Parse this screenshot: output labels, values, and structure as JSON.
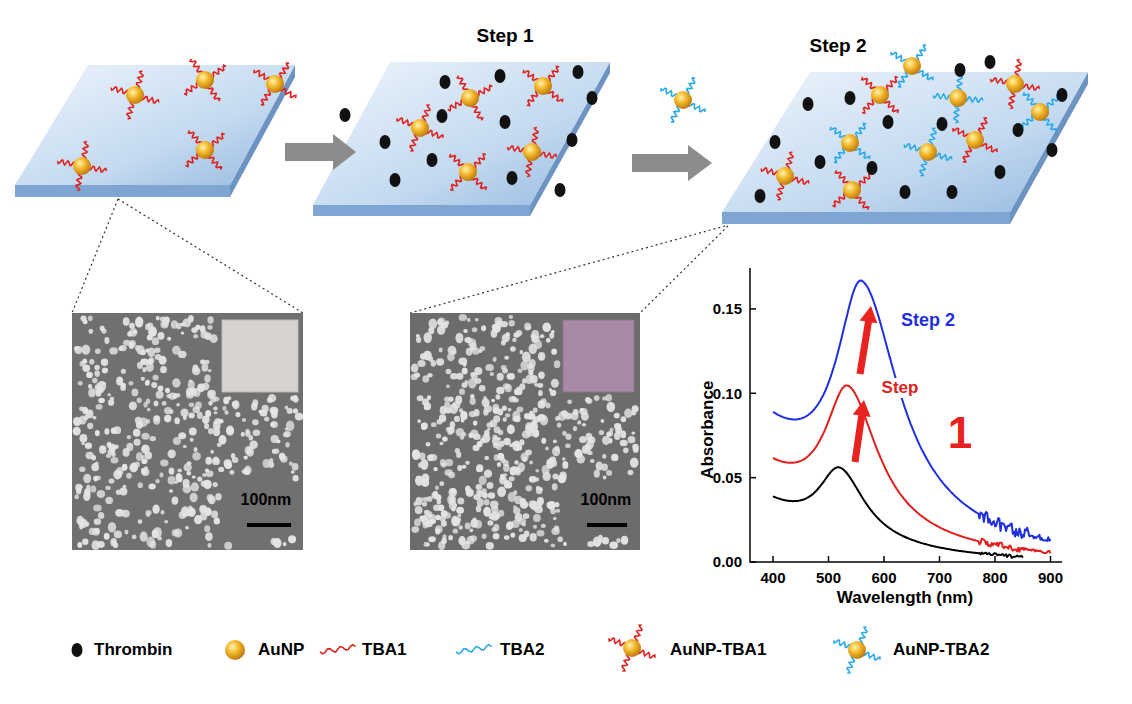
{
  "diagram": {
    "labels": [
      "Step 1",
      "Step 2",
      "100nm",
      "100nm",
      "0.15",
      "0.10",
      "0.05",
      "0.00",
      "400",
      "500",
      "600",
      "700",
      "800",
      "900",
      "Absorbance",
      "Wavelength (nm)",
      "Step 2",
      "Step",
      "1"
    ],
    "legend": [
      {
        "text": "Thrombin"
      },
      {
        "text": "AuNP"
      },
      {
        "text": "TBA1"
      },
      {
        "text": "TBA2"
      },
      {
        "text": "AuNP-TBA1"
      },
      {
        "text": "AuNP-TBA2"
      }
    ]
  }
}
